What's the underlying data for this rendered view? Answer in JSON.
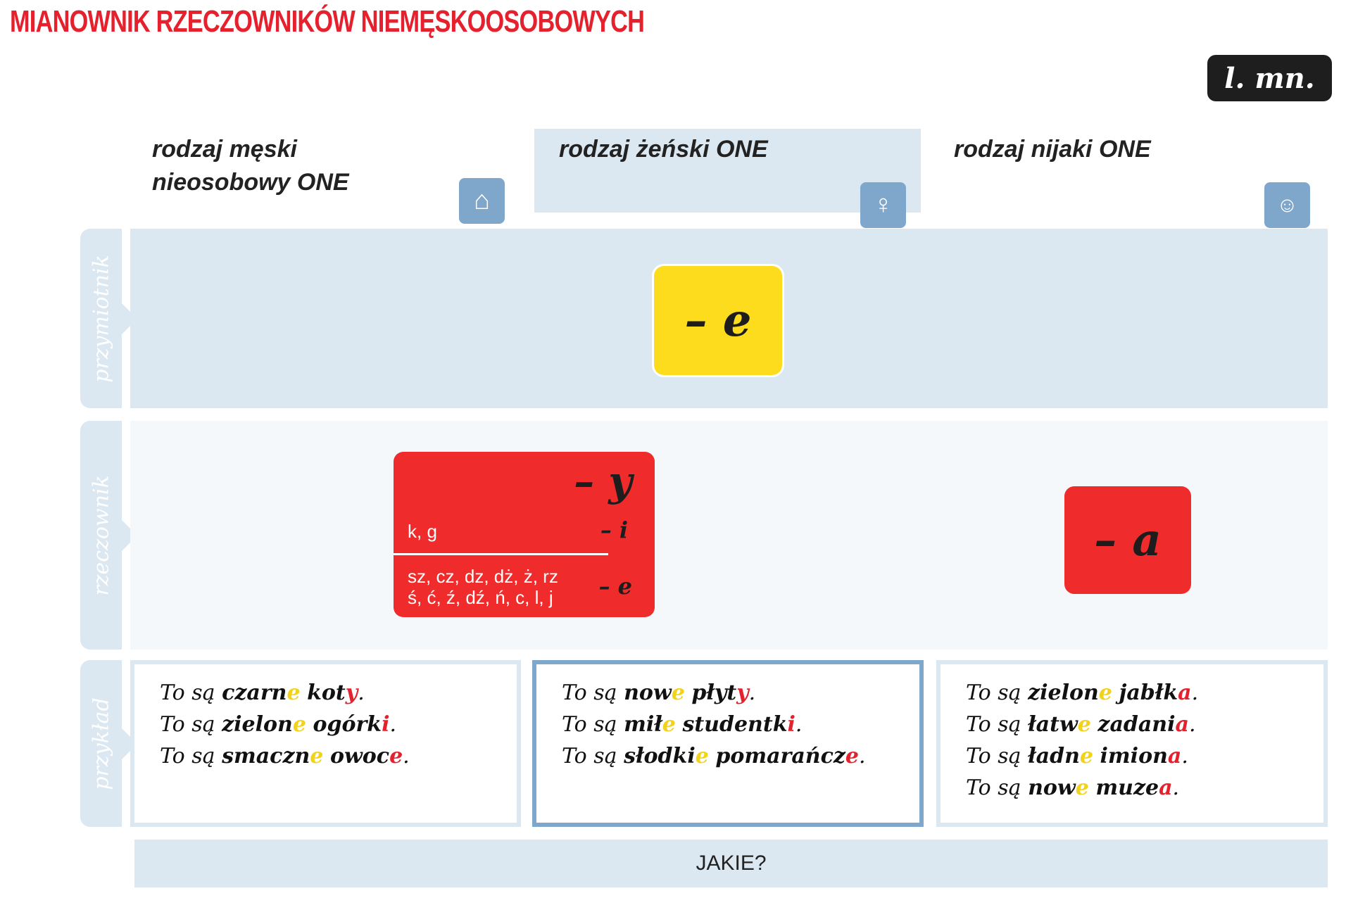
{
  "title": "MIANOWNIK RZECZOWNIKÓW NIEMĘSKOOSOBOWYCH",
  "badge": "l. mn.",
  "columns": [
    {
      "line1": "rodzaj męski",
      "line2": "nieosobowy ONE",
      "icon": "house-cat-icon"
    },
    {
      "line1": "rodzaj żeński ONE",
      "icon": "woman-icon"
    },
    {
      "line1": "rodzaj nijaki ONE",
      "icon": "child-icon"
    }
  ],
  "rows": {
    "adjective": "przymiotnik",
    "noun": "rzeczownik",
    "example": "przykład"
  },
  "adjective_ending": "– e",
  "fem_noun": {
    "main": "– y",
    "rule1_letters": "k, g",
    "rule1_end": "– i",
    "rule2_letters_a": "sz, cz, dz, dż, ż, rz",
    "rule2_letters_b": "ś, ć, ź, dź, ń, c, l, j",
    "rule2_end": "– e"
  },
  "neuter_noun": "– a",
  "examples": [
    [
      {
        "pre": "To są ",
        "adj": "czarn",
        "adjEnd": "e",
        "noun": "kot",
        "nounEnd": "y"
      },
      {
        "pre": "To są ",
        "adj": "zielon",
        "adjEnd": "e",
        "noun": "ogórk",
        "nounEnd": "i"
      },
      {
        "pre": "To są ",
        "adj": "smaczn",
        "adjEnd": "e",
        "noun": "owoc",
        "nounEnd": "e"
      }
    ],
    [
      {
        "pre": "To są ",
        "adj": "now",
        "adjEnd": "e",
        "noun": "płyt",
        "nounEnd": "y"
      },
      {
        "pre": "To są ",
        "adj": "mił",
        "adjEnd": "e",
        "noun": "studentk",
        "nounEnd": "i"
      },
      {
        "pre": "To są ",
        "adj": "słodki",
        "adjEnd": "e",
        "noun": "pomarańcz",
        "nounEnd": "e"
      }
    ],
    [
      {
        "pre": "To są ",
        "adj": "zielon",
        "adjEnd": "e",
        "noun": "jabłk",
        "nounEnd": "a"
      },
      {
        "pre": "To są ",
        "adj": "łatw",
        "adjEnd": "e",
        "noun": "zadani",
        "nounEnd": "a"
      },
      {
        "pre": "To są ",
        "adj": "ładn",
        "adjEnd": "e",
        "noun": "imion",
        "nounEnd": "a"
      },
      {
        "pre": "To są ",
        "adj": "now",
        "adjEnd": "e",
        "noun": "muze",
        "nounEnd": "a"
      }
    ]
  ],
  "question": "JAKIE?"
}
